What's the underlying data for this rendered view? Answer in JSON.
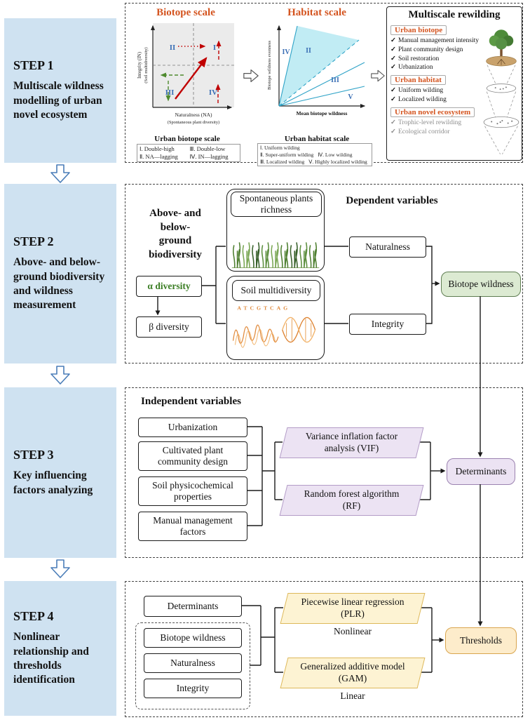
{
  "colors": {
    "step_bg": "#cfe2f1",
    "accent_orange": "#d4541f",
    "label_blue": "#3b6fb5",
    "arrow_red": "#c00000",
    "arrow_green": "#4e8a2e",
    "wedge_cyan": "#8edceb",
    "result_green_bg": "#dcead2",
    "model_purple_bg": "#ece3f3",
    "model_yellow_bg": "#fdf3d3",
    "thresholds_bg": "#fdeccb"
  },
  "steps": [
    {
      "label": "STEP 1",
      "desc": "Multiscale wildness modelling of urban novel ecosystem"
    },
    {
      "label": "STEP 2",
      "desc": "Above- and below-ground biodiversity and wildness measurement"
    },
    {
      "label": "STEP 3",
      "desc": "Key influencing factors analyzing"
    },
    {
      "label": "STEP 4",
      "desc": "Nonlinear relationship and thresholds identification"
    }
  ],
  "panel1": {
    "biotope": {
      "title": "Biotope scale",
      "y_label": "Integrity (IN)",
      "y_label_sub": "(Soil multidiversity)",
      "x_label": "Naturalness (NA)",
      "x_label_sub": "(Spontaneous plant diversity)",
      "quadrants": [
        "II",
        "I",
        "III",
        "IV"
      ],
      "caption": "Urban biotope scale",
      "legend": [
        "Ⅰ. Double-high",
        "Ⅲ. Double-low",
        "Ⅱ. NA—lagging",
        "Ⅳ. IN—lagging"
      ]
    },
    "habitat": {
      "title": "Habitat scale",
      "y_label": "Biotope wildness evenness",
      "x_label": "Mean biotope wildness",
      "regions": [
        "IV",
        "II",
        "III",
        "V"
      ],
      "caption": "Urban habitat scale",
      "legend": [
        "Ⅰ. Uniform wilding",
        "Ⅱ. Super-uniform wilding",
        "Ⅲ. Localized wilding",
        "Ⅳ. Low wilding",
        "Ⅴ. Highly localized wilding"
      ]
    },
    "rewilding": {
      "title": "Multiscale rewilding",
      "check": "✓",
      "sections": [
        {
          "heading": "Urban biotope",
          "items": [
            "Manual management intensity",
            "Plant community design",
            "Soil restoration",
            "Urbanization"
          ]
        },
        {
          "heading": "Urban habitat",
          "items": [
            "Uniform wilding",
            "Localized wilding"
          ]
        },
        {
          "heading": "Urban novel ecosystem",
          "items": [
            "Trophic-level rewilding",
            "Ecological corridor"
          ]
        }
      ]
    }
  },
  "panel2": {
    "heading_lines": [
      "Above- and",
      "below-",
      "ground",
      "biodiversity"
    ],
    "dependent_label": "Dependent variables",
    "plants_box": "Spontaneous plants richness",
    "soil_box": "Soil multidiversity",
    "alpha": "α diversity",
    "beta": "β diversity",
    "naturalness": "Naturalness",
    "integrity": "Integrity",
    "result": "Biotope wildness",
    "dna_text": "ATCGTCAG"
  },
  "panel3": {
    "heading": "Independent variables",
    "factors": [
      "Urbanization",
      "Cultivated plant community design",
      "Soil physicochemical properties",
      "Manual management factors"
    ],
    "vif": "Variance inflation factor analysis (VIF)",
    "rf": "Random forest algorithm (RF)",
    "result": "Determinants"
  },
  "panel4": {
    "determinants": "Determinants",
    "dashed_items": [
      "Biotope wildness",
      "Naturalness",
      "Integrity"
    ],
    "plr": "Piecewise linear regression (PLR)",
    "plr_note": "Nonlinear",
    "gam": "Generalized additive model (GAM)",
    "gam_note": "Linear",
    "result": "Thresholds"
  }
}
